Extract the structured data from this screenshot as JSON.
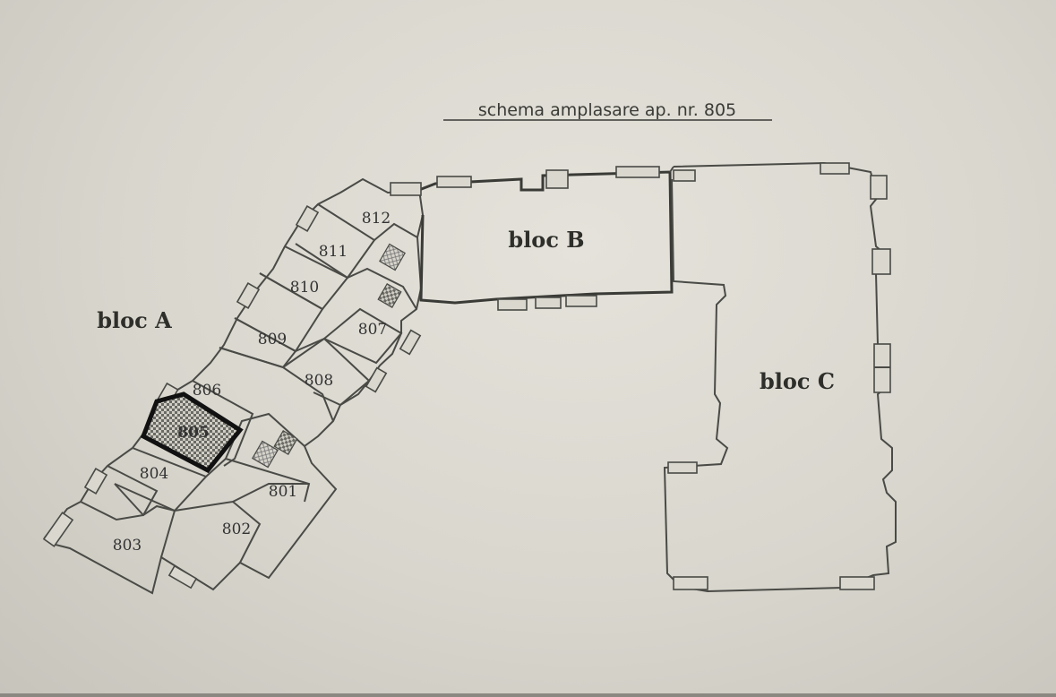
{
  "title": "schema amplasare ap. nr. 805",
  "blocks": {
    "a": "bloc A",
    "b": "bloc B",
    "c": "bloc C"
  },
  "units": {
    "u801": "801",
    "u802": "802",
    "u803": "803",
    "u804": "804",
    "u805": "805",
    "u806": "806",
    "u807": "807",
    "u808": "808",
    "u809": "809",
    "u810": "810",
    "u811": "811",
    "u812": "812"
  },
  "highlighted_unit": "805",
  "colors": {
    "paper": "#d8d6cd",
    "lines": "#4a4a46",
    "highlight": "#111111"
  }
}
